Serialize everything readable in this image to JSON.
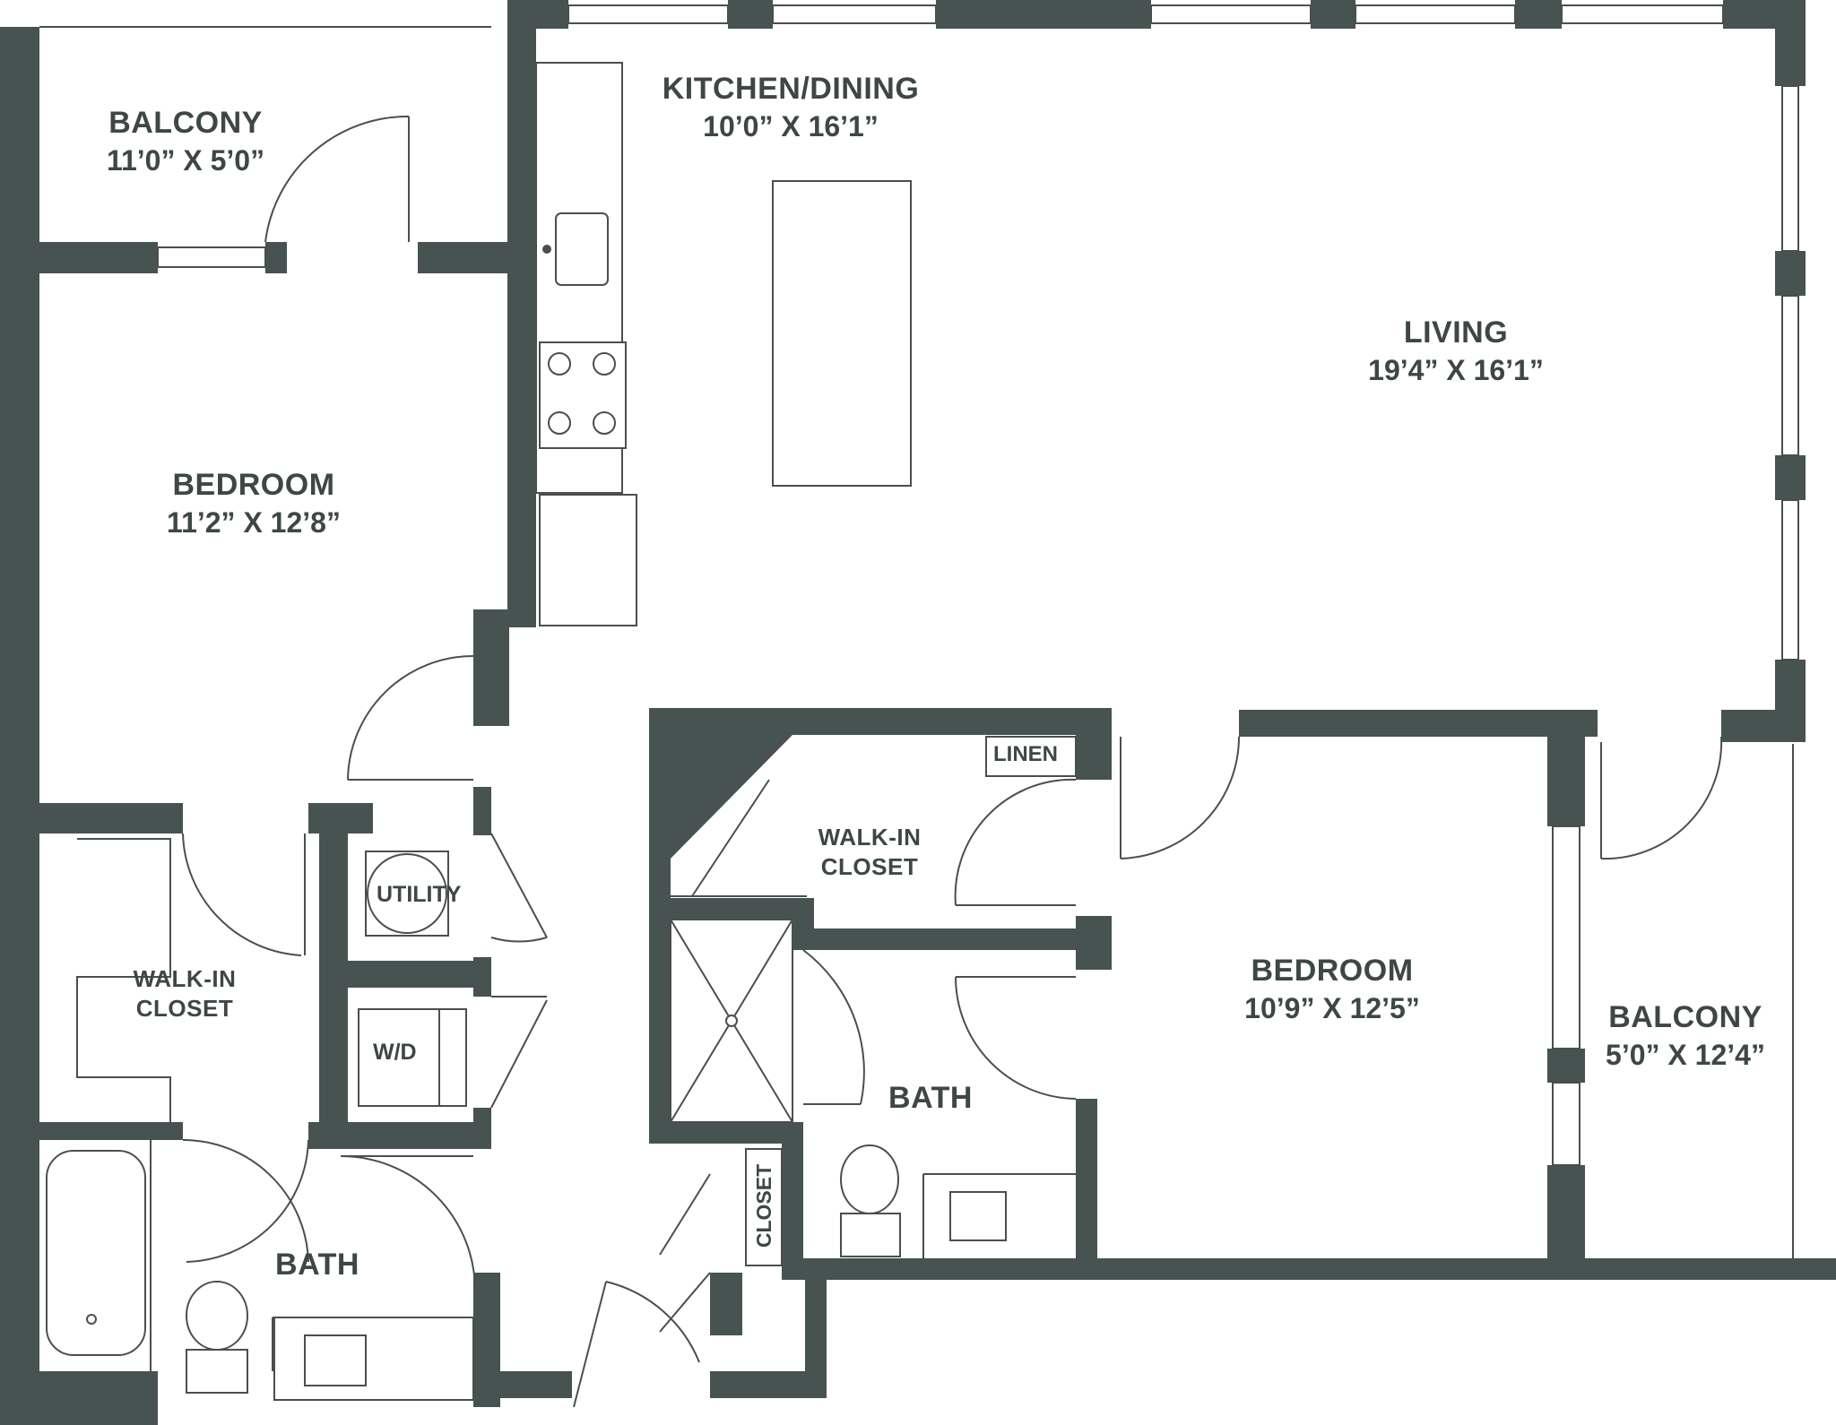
{
  "rooms": {
    "balcony_left": {
      "name": "BALCONY",
      "dims": "11’0” X 5’0”"
    },
    "kitchen_dining": {
      "name": "KITCHEN/DINING",
      "dims": "10’0” X 16’1”"
    },
    "living": {
      "name": "LIVING",
      "dims": "19’4” X 16’1”"
    },
    "bedroom_left": {
      "name": "BEDROOM",
      "dims": "11’2” X 12’8”"
    },
    "walkin_left": {
      "name": "WALK-IN",
      "name2": "CLOSET"
    },
    "walkin_right": {
      "name": "WALK-IN",
      "name2": "CLOSET"
    },
    "bedroom_right": {
      "name": "BEDROOM",
      "dims": "10’9” X 12’5”"
    },
    "balcony_right": {
      "name": "BALCONY",
      "dims": "5’0” X 12’4”"
    },
    "bath_left": {
      "name": "BATH"
    },
    "bath_right": {
      "name": "BATH"
    }
  },
  "fixtures": {
    "utility": "UTILITY",
    "wd": "W/D",
    "linen": "LINEN",
    "closet": "CLOSET"
  },
  "colors": {
    "wall": "#465350",
    "line": "#4a4f4d",
    "text": "#3d4744"
  }
}
